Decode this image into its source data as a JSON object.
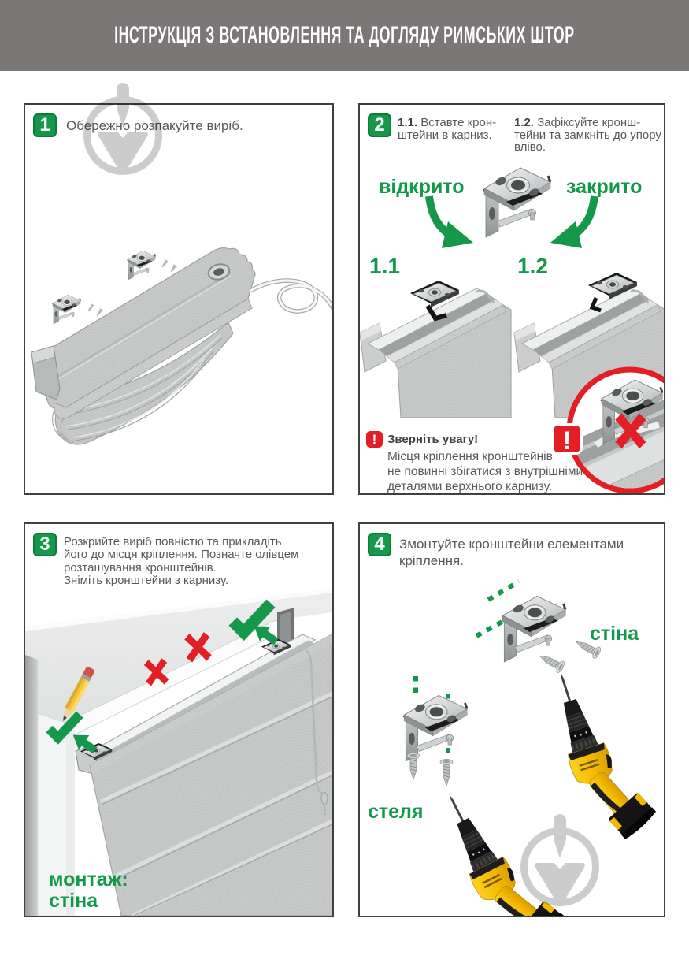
{
  "header": {
    "title": "ІНСТРУКЦІЯ З ВСТАНОВЛЕННЯ ТА ДОГЛЯДУ РИМСЬКИХ ШТОР"
  },
  "colors": {
    "accent_green": "#13994a",
    "warning_red": "#e31e24",
    "header_gray": "#7b7777",
    "text_gray": "#57585a"
  },
  "panel1": {
    "number": "1",
    "text": "Обережно розпакуйте виріб."
  },
  "panel2": {
    "number": "2",
    "step1": {
      "label": "1.1.",
      "line1": "Вставте крон-",
      "line2": "штейни в карниз."
    },
    "step2": {
      "label": "1.2.",
      "line1": "Зафіксуйте кронш-",
      "line2": "тейни та замкніть до упору",
      "line3": "вліво."
    },
    "open_label": "відкрито",
    "closed_label": "закрито",
    "fig1_label": "1.1",
    "fig2_label": "1.2",
    "warning_mark": "!",
    "warning_title": "Зверніть увагу!",
    "warning_lines": [
      "Місця кріплення кронштейнів",
      "не повинні збігатися з внутрішніми",
      "деталями верхнього карнизу."
    ]
  },
  "panel3": {
    "number": "3",
    "lines": [
      "Розкрийте виріб повністю та прикладіть",
      "його до місця кріплення. Позначте олівцем",
      "розташування кронштейнів.",
      "Зніміть кронштейни з карнизу."
    ],
    "mount_label": "монтаж:",
    "mount_value": "стіна"
  },
  "panel4": {
    "number": "4",
    "lines": [
      "Змонтуйте кронштейни елементами",
      "кріплення."
    ],
    "wall_label": "стіна",
    "ceiling_label": "стеля"
  }
}
